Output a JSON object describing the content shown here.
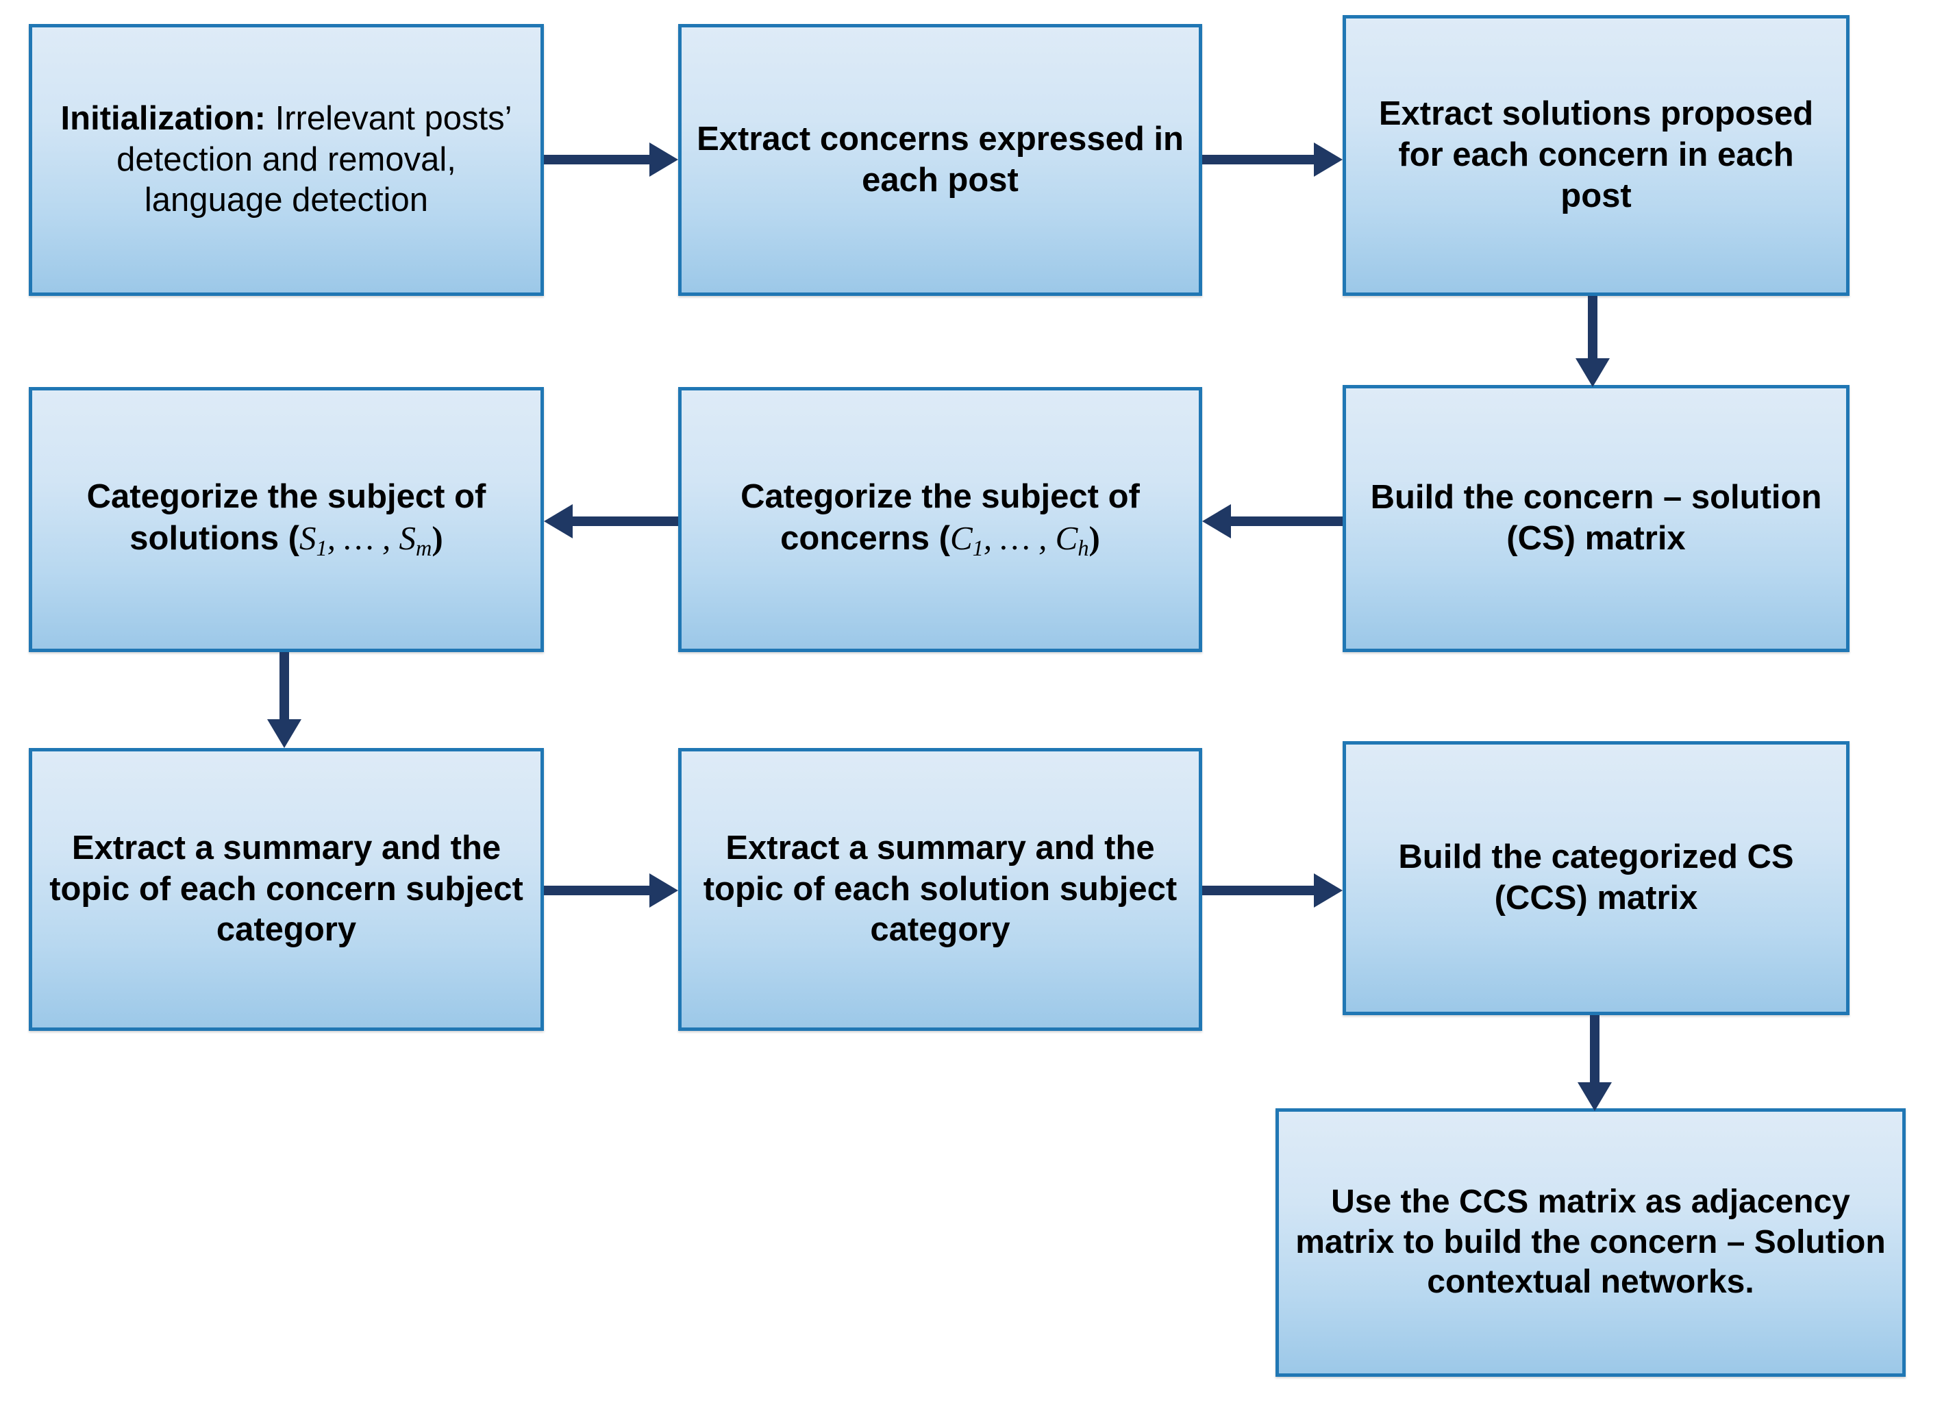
{
  "diagram": {
    "type": "flowchart",
    "title": "",
    "palette": {
      "node_border": "#2077B4",
      "node_fill_top": "#DEEBF7",
      "node_fill_bottom": "#9CC8E8",
      "arrow": "#1F3864",
      "text": "#000000",
      "background": "#FFFFFF"
    },
    "nodes": [
      {
        "id": "n1",
        "label_bold_prefix": "Initialization:",
        "label_rest": " Irrelevant posts’ detection and removal, language detection"
      },
      {
        "id": "n2",
        "label": "Extract concerns expressed in each post"
      },
      {
        "id": "n3",
        "label": "Extract solutions proposed for each concern in each post"
      },
      {
        "id": "n4",
        "label_prefix": "Categorize the subject of solutions (",
        "math_var": "S",
        "math_sub_first": "1",
        "math_sep": ", … , ",
        "math_sub_last": "m",
        "label_suffix": ")"
      },
      {
        "id": "n5",
        "label_prefix": "Categorize the subject of concerns (",
        "math_var": "C",
        "math_sub_first": "1",
        "math_sep": ", … , ",
        "math_sub_last": "h",
        "label_suffix": ")"
      },
      {
        "id": "n6",
        "label": "Build the concern – solution (CS) matrix"
      },
      {
        "id": "n7",
        "label": "Extract a summary and the topic of each concern subject category"
      },
      {
        "id": "n8",
        "label": "Extract a summary and the topic of each solution subject category"
      },
      {
        "id": "n9",
        "label": "Build the categorized CS (CCS) matrix"
      },
      {
        "id": "n10",
        "label": "Use the CCS matrix as adjacency matrix to build the concern – Solution contextual networks."
      }
    ],
    "edges": [
      {
        "id": "e1",
        "from": "n1",
        "to": "n2",
        "direction": "right"
      },
      {
        "id": "e2",
        "from": "n2",
        "to": "n3",
        "direction": "right"
      },
      {
        "id": "e3",
        "from": "n3",
        "to": "n6",
        "direction": "down"
      },
      {
        "id": "e4",
        "from": "n6",
        "to": "n5",
        "direction": "left"
      },
      {
        "id": "e5",
        "from": "n5",
        "to": "n4",
        "direction": "left"
      },
      {
        "id": "e6",
        "from": "n4",
        "to": "n7",
        "direction": "down"
      },
      {
        "id": "e7",
        "from": "n7",
        "to": "n8",
        "direction": "right"
      },
      {
        "id": "e8",
        "from": "n8",
        "to": "n9",
        "direction": "right"
      },
      {
        "id": "e9",
        "from": "n9",
        "to": "n10",
        "direction": "down"
      }
    ]
  }
}
